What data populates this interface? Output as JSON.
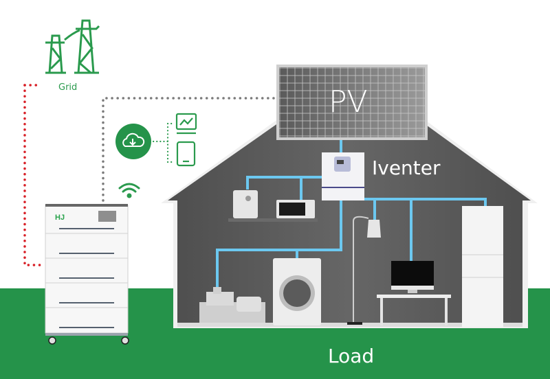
{
  "labels": {
    "grid": "Grid",
    "pv": "PV",
    "inverter": "Iventer",
    "load": "Load"
  },
  "icons": {
    "grid": "power-tower-icon",
    "cloud": "cloud-download-icon",
    "monitor": "chart-monitor-icon",
    "tablet": "tablet-icon",
    "wifi": "wifi-icon"
  },
  "devices": {
    "battery": {
      "brand": "HJ",
      "modules": 4
    },
    "appliances": [
      "coffee-machine",
      "microwave",
      "compressor",
      "washing-machine",
      "floor-lamp",
      "tv-monitor",
      "refrigerator"
    ]
  },
  "colors": {
    "brand_green": "#25934a",
    "wall_gray": "#5b5b5b",
    "wire_blue": "#6cc8f0",
    "grid_link_red": "#d81f26",
    "pv_link_gray": "#7a7a7a"
  }
}
